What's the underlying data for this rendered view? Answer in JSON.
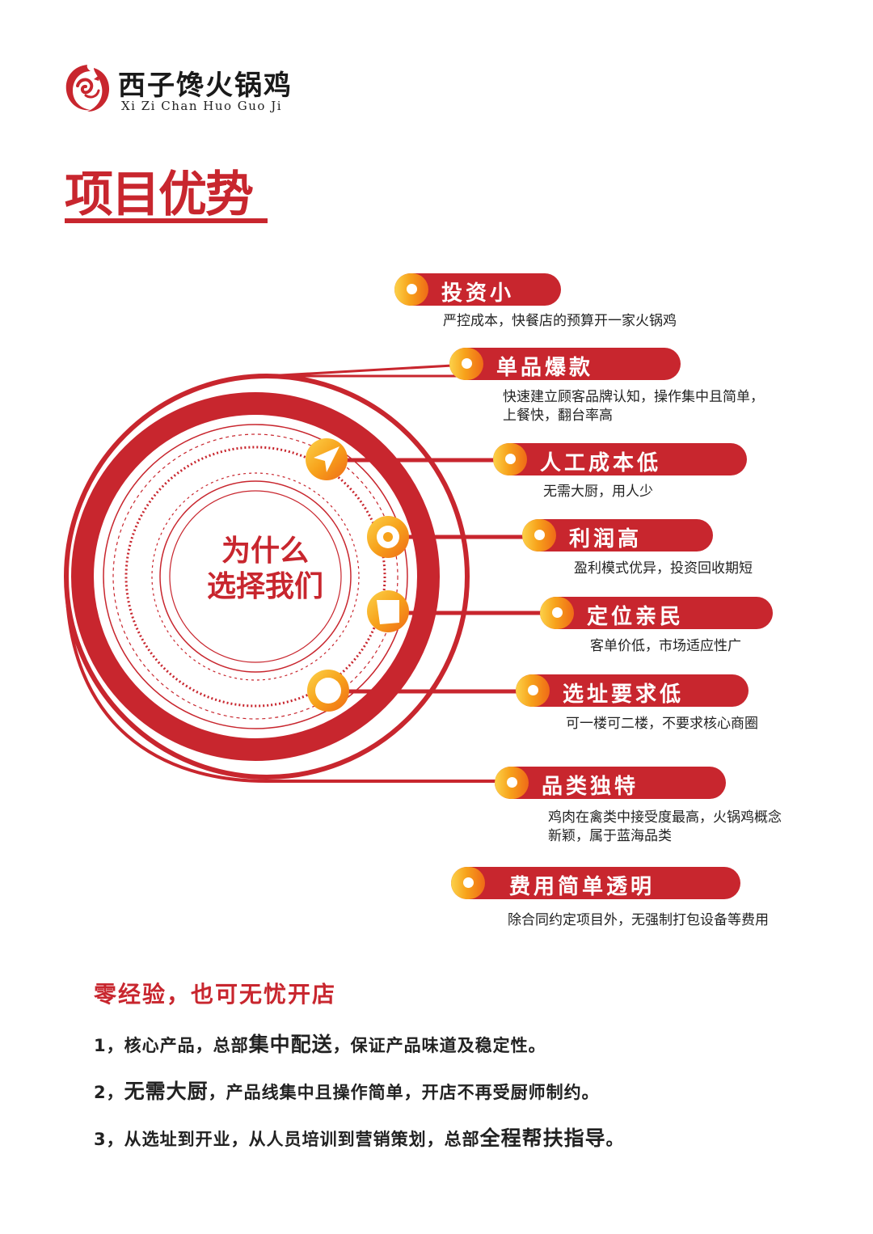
{
  "brand": {
    "name_cn": "西子馋火锅鸡",
    "name_en": "Xi Zi Chan Huo Guo Ji"
  },
  "page_title": "项目优势",
  "diagram": {
    "center_line1": "为什么",
    "center_line2": "选择我们",
    "items": [
      {
        "label": "投资小",
        "desc": [
          "严控成本，快餐店的预算开一家火锅鸡"
        ]
      },
      {
        "label": "单品爆款",
        "desc": [
          "快速建立顾客品牌认知，操作集中且简单，",
          "上餐快，翻台率高"
        ]
      },
      {
        "label": "人工成本低",
        "desc": [
          "无需大厨，用人少"
        ]
      },
      {
        "label": "利润高",
        "desc": [
          "盈利模式优异，投资回收期短"
        ]
      },
      {
        "label": "定位亲民",
        "desc": [
          "客单价低，市场适应性广"
        ]
      },
      {
        "label": "选址要求低",
        "desc": [
          "可一楼可二楼，不要求核心商圈"
        ]
      },
      {
        "label": "品类独特",
        "desc": [
          "鸡肉在禽类中接受度最高，火锅鸡概念",
          "新颖，属于蓝海品类"
        ]
      },
      {
        "label": "费用简单透明",
        "desc": [
          "除合同约定项目外，无强制打包设备等费用"
        ]
      }
    ]
  },
  "bottom": {
    "heading": "零经验，也可无忧开店",
    "points": [
      {
        "pre": "1，核心产品，总部",
        "em": "集中配送",
        "post": "，保证产品味道及稳定性。"
      },
      {
        "pre": "2，",
        "em": "无需大厨",
        "post": "，产品线集中且操作简单，开店不再受厨师制约。"
      },
      {
        "pre": "3，从选址到开业，从人员培训到营销策划，总部",
        "em": "全程帮扶指导",
        "post": "。"
      }
    ]
  },
  "colors": {
    "brand_red": "#c8262e",
    "gold": "#f7a21b",
    "orange": "#ef6a17"
  },
  "icons": [
    "brand-logo-icon",
    "paper-plane-icon",
    "target-icon",
    "tag-icon",
    "ring-icon"
  ]
}
